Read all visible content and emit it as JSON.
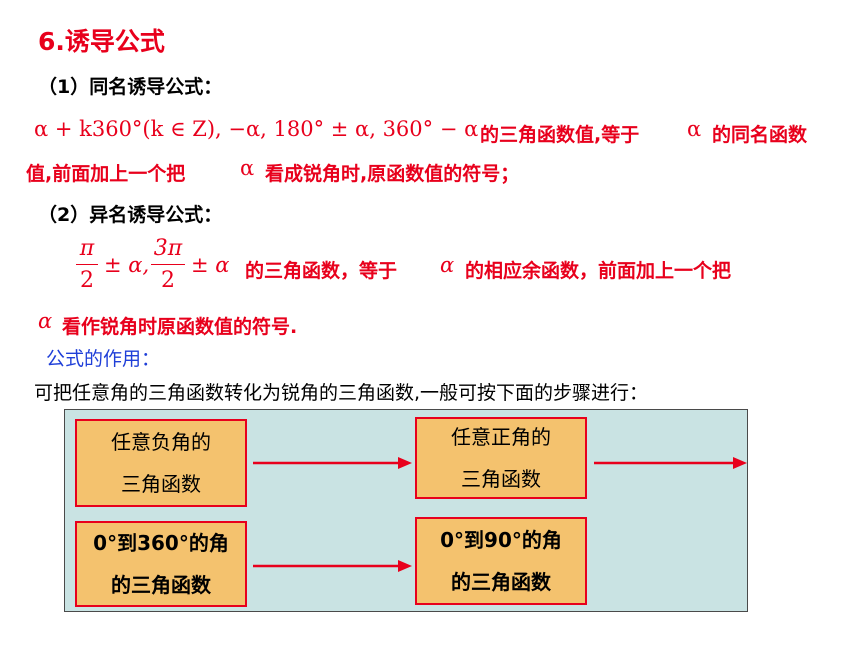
{
  "title": "6.诱导公式",
  "section1": {
    "heading_open": "（",
    "heading_num": "1",
    "heading_close": "）同名诱导公式：",
    "formula": "α + k360°(k ∈ Z), −α, 180° ± α, 360° − α",
    "text_part1": "的三角函数值,等于",
    "alpha": "α",
    "text_part2": "的同名函数",
    "line2_part1": "值,前面加上一个把",
    "line2_part2": "看成锐角时,原函数值的符号；"
  },
  "section2": {
    "heading_open": "（",
    "heading_num": "2",
    "heading_close": "）异名诱导公式：",
    "frac1_num": "π",
    "frac1_den": "2",
    "after_frac1": "± α,",
    "frac2_num": "3π",
    "frac2_den": "2",
    "after_frac2": "± α",
    "text_part1": "的三角函数，等于",
    "alpha": "α",
    "text_part2": "的相应余函数，前面加上一个把",
    "line2": "看作锐角时原函数值的符号."
  },
  "usage_heading": "公式的作用：",
  "usage_text": "可把任意角的三角函数转化为锐角的三角函数,一般可按下面的步骤进行：",
  "flow": {
    "box1_line1": "任意负角的",
    "box1_line2": "三角函数",
    "box2_line1": "任意正角的",
    "box2_line2": "三角函数",
    "box3_line1": "0°到360°的角",
    "box3_line2": "的三角函数",
    "box4_line1": "0°到90°的角",
    "box4_line2": "的三角函数"
  },
  "colors": {
    "accent_red": "#e8001c",
    "heading_blue": "#1f3fd8",
    "panel_bg": "#c9e3e3",
    "box_fill": "#f4c26e"
  }
}
